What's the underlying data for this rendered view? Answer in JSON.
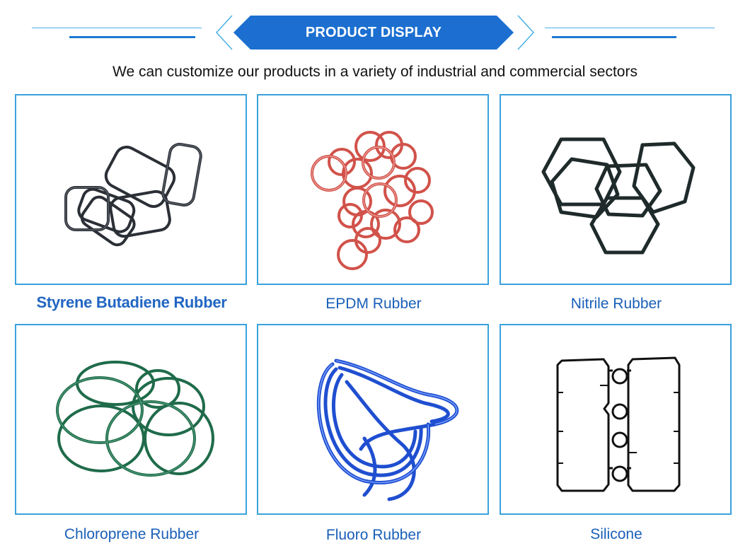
{
  "header": {
    "title": "PRODUCT DISPLAY",
    "subtitle": "We can customize our products in a variety of industrial and commercial sectors"
  },
  "colors": {
    "accent": "#1c6fd0",
    "border": "#3aa1dc",
    "caption": "#1a5fb8"
  },
  "products": [
    {
      "name": "Styrene Butadiene Rubber",
      "image_icon": "black-rounded-rectangle-gaskets-image",
      "color": "#2b2f36"
    },
    {
      "name": "EPDM Rubber",
      "image_icon": "red-o-rings-image",
      "color": "#d1524a"
    },
    {
      "name": "Nitrile Rubber",
      "image_icon": "black-hexagonal-gaskets-image",
      "color": "#1f2a2a"
    },
    {
      "name": "Chloroprene Rubber",
      "image_icon": "green-o-rings-image",
      "color": "#1f6b4a"
    },
    {
      "name": "Fluoro Rubber",
      "image_icon": "blue-cord-loops-image",
      "color": "#1f4fd0"
    },
    {
      "name": "Silicone",
      "image_icon": "black-plate-gaskets-image",
      "color": "#111111"
    }
  ]
}
